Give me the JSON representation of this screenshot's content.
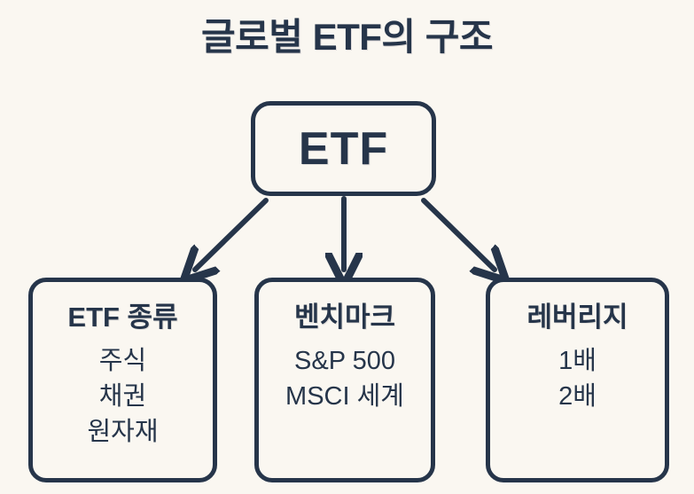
{
  "page": {
    "title": "글로벌 ETF의 구조",
    "background_color": "#faf7f1",
    "ink_color": "#26354a"
  },
  "diagram": {
    "type": "tree",
    "root": {
      "label": "ETF"
    },
    "children": [
      {
        "header": "ETF 종류",
        "items": [
          "주식",
          "채권",
          "원자재"
        ]
      },
      {
        "header": "벤치마크",
        "items": [
          "S&P 500",
          "MSCI 세계"
        ]
      },
      {
        "header": "레버리지",
        "items": [
          "1배",
          "2배"
        ]
      }
    ],
    "connectors": [
      {
        "name": "arrow-root-to-etf-types",
        "direction": "down-left"
      },
      {
        "name": "arrow-root-to-benchmark",
        "direction": "down"
      },
      {
        "name": "arrow-root-to-leverage",
        "direction": "down-right"
      }
    ]
  }
}
